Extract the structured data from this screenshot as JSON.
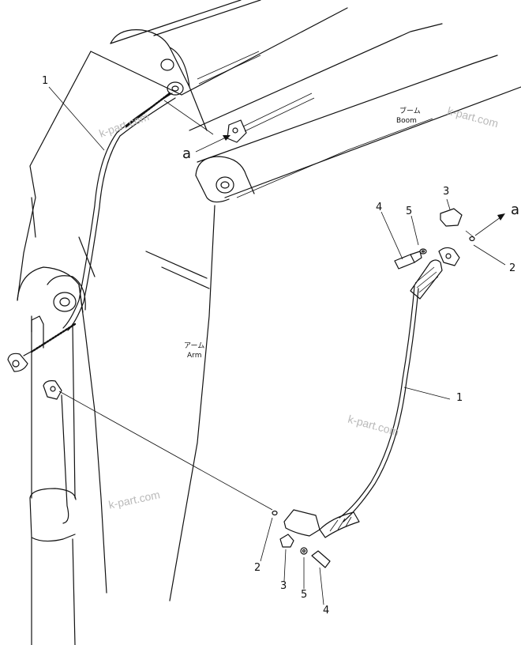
{
  "callouts": {
    "part_1_top": "1",
    "part_1_right": "1",
    "part_2_right": "2",
    "part_2_bottom": "2",
    "part_3_right": "3",
    "part_3_bottom": "3",
    "part_4_right": "4",
    "part_4_bottom": "4",
    "part_5_right": "5",
    "part_5_bottom": "5",
    "view_a_left": "a",
    "view_a_right": "a"
  },
  "labels": {
    "boom_jp": "ブーム",
    "boom_en": "Boom",
    "arm_jp": "アーム",
    "arm_en": "Arm"
  },
  "watermarks": [
    "k-part.com",
    "k-part.com",
    "k-part.com",
    "k-part.com"
  ]
}
